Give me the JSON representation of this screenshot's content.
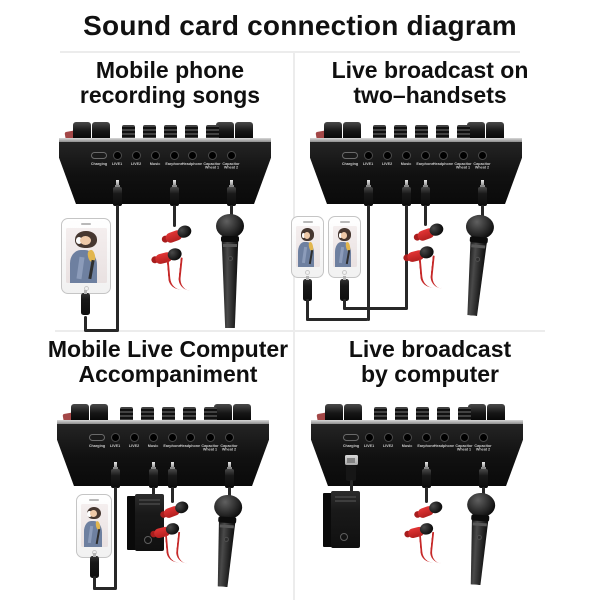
{
  "page": {
    "title": "Sound card connection diagram",
    "background_color": "#ffffff",
    "text_color": "#111111",
    "divider_color": "#ececec"
  },
  "sound_card": {
    "port_labels": [
      "Charging",
      "LIVE1",
      "LIVE2",
      "Music",
      "Earphone",
      "Headphone",
      "Capacitor\nWheat 1",
      "Capacitor\nWheat 2"
    ],
    "colors": {
      "body": "#161616",
      "top_edge": "#b9b9b9",
      "accent_red": "#a34747",
      "port_label": "#c9c9c9"
    }
  },
  "quadrants": [
    {
      "id": "mobile-phone-recording",
      "title_line1": "Mobile phone",
      "title_line2": "recording songs",
      "connections": [
        {
          "device": "mobile phone",
          "port": "LIVE1"
        },
        {
          "device": "earbuds",
          "port": "Earphone"
        },
        {
          "device": "handheld microphone",
          "port": "Capacitor Wheat 2"
        }
      ]
    },
    {
      "id": "live-broadcast-two-handsets",
      "title_line1": "Live broadcast on",
      "title_line2": "two–handsets",
      "connections": [
        {
          "device": "mobile phone 1",
          "port": "LIVE1"
        },
        {
          "device": "mobile phone 2",
          "port": "Music"
        },
        {
          "device": "earbuds",
          "port": "Earphone"
        },
        {
          "device": "handheld microphone",
          "port": "Capacitor Wheat 2"
        }
      ]
    },
    {
      "id": "mobile-live-computer-accompaniment",
      "title_line1": "Mobile Live Computer",
      "title_line2": "Accompaniment",
      "connections": [
        {
          "device": "mobile phone",
          "port": "LIVE1"
        },
        {
          "device": "computer tower",
          "port": "Music"
        },
        {
          "device": "earbuds",
          "port": "Earphone"
        },
        {
          "device": "handheld microphone",
          "port": "Capacitor Wheat 2"
        }
      ]
    },
    {
      "id": "live-broadcast-by-computer",
      "title_line1": "Live broadcast",
      "title_line2": "by computer",
      "connections": [
        {
          "device": "computer tower",
          "port": "Charging"
        },
        {
          "device": "earbuds",
          "port": "Earphone"
        },
        {
          "device": "handheld microphone",
          "port": "Capacitor Wheat 2"
        }
      ]
    }
  ],
  "device_colors": {
    "cable": "#282828",
    "earbud_red": "#d22b2b",
    "phone_body": "#ffffff",
    "mic_body": "#1c1c1c",
    "tower_body": "#181818"
  }
}
